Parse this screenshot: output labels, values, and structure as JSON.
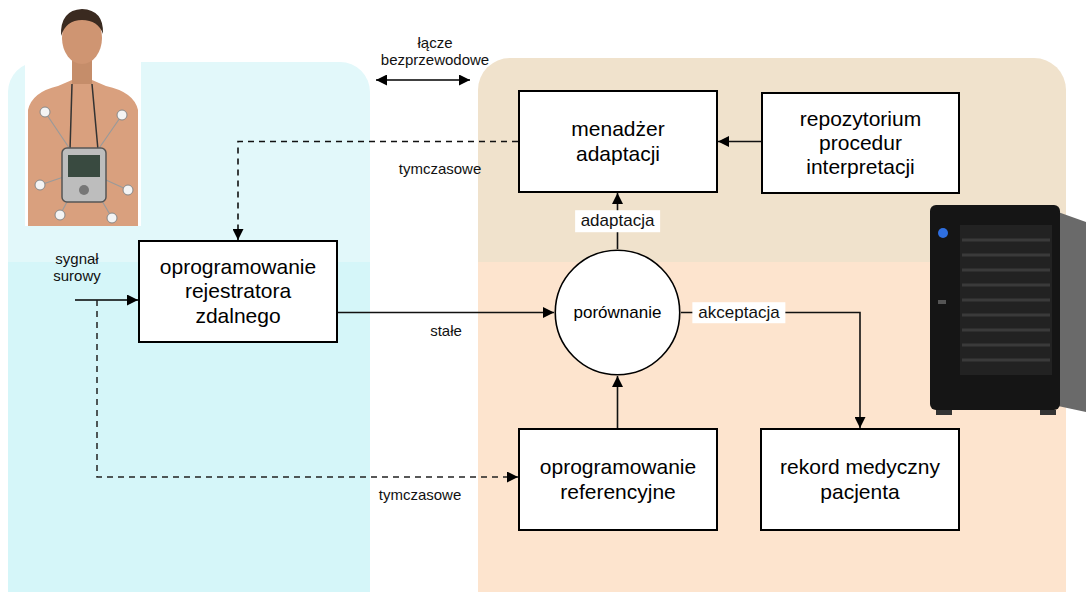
{
  "diagram": {
    "nodes": [
      {
        "text": [
          "menadżer adaptacji"
        ]
      },
      {
        "text": [
          "repozytorium procedur interpretacji"
        ]
      },
      {
        "text": [
          "oprogramowanie rejestratora zdalnego"
        ]
      },
      {
        "text": [
          "porównanie"
        ]
      },
      {
        "text": [
          "oprogramowanie referencyjne"
        ]
      },
      {
        "text": [
          "rekord medyczny pacjenta"
        ]
      }
    ],
    "edges": [
      {
        "from": 1,
        "to": 0,
        "arrow": "to"
      },
      {
        "from": 0,
        "to": 2,
        "arrow": "to",
        "label": "tymczasowe"
      },
      {
        "from": 2,
        "to": 3,
        "arrow": "to",
        "label": "stałe"
      },
      {
        "from": 3,
        "to": 0,
        "arrow": "to",
        "label": "adaptacja"
      },
      {
        "from": 3,
        "to": 5,
        "arrow": "to",
        "label": "akceptacja"
      },
      {
        "from": 4,
        "to": 3,
        "arrow": "to"
      }
    ],
    "labels": [
      "łącze bezprzewodowe",
      "sygnał surowy",
      "tymczasowe"
    ]
  }
}
